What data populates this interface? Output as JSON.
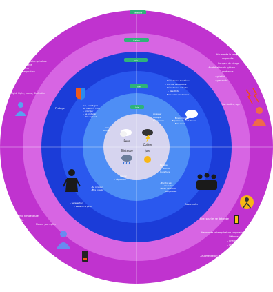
{
  "ring_tags": [
    "Sérénité",
    "Calme",
    "Joie",
    "Joie",
    "Joie"
  ],
  "center_emotions": {
    "top": [
      "Peur",
      "Colère"
    ],
    "bottom": [
      "Tristesse",
      "Joie"
    ]
  },
  "labels": {
    "top_left_outer": [
      "- Baisse de la température",
      "corporelle",
      "- Pâleur",
      "- Respiration"
    ],
    "top_left_icons": "Fight, flight, freeze, Sidération",
    "top_left_mid": "Protéger",
    "top_left_inner": [
      "- Fuir, se réfugier",
      "se mettre à l'abri",
      "- Anticiper",
      "- Se protéger",
      "- Être vigilant"
    ],
    "top_left_center": [
      "- Rester",
      "bouger"
    ],
    "top_right_outer": [
      "Hausse de la température",
      "corporelle",
      "- Rougeur du visage",
      "- Accélération du rythme",
      "cardiaque",
      "- Agitation",
      "- Agressivité"
    ],
    "top_right_mid": [
      "- Défendre ses frontières",
      "- Affirmer ses besoins",
      "- Défendre ses intérêts",
      "- Réactivité",
      "- Faire valoir ses besoins"
    ],
    "top_right_side": "Combattre, agir",
    "top_right_inner": [
      "Agresser",
      "Attaquer",
      "Destruction"
    ],
    "top_right_inner2": [
      "- Être compris",
      "- Exprimer son point de vue",
      "- Faire savoir"
    ],
    "bottom_left_inner": [
      "- Pleurer",
      "- Séparation"
    ],
    "bottom_left_mid": [
      "- Se consoler",
      "- Être consolé"
    ],
    "bottom_left_outer": [
      "- Baisse de la température",
      "corporelle",
      "- Fatigue",
      "- Repli"
    ],
    "bottom_left_side": [
      "- Se recentrer",
      "- Ressentir la perte"
    ],
    "bottom_left_label": "Pleurer, se replier",
    "bottom_right_inner": [
      "- Partager",
      "- Sourire",
      "- Ouverture"
    ],
    "bottom_right_mid": [
      "- Prendre soin",
      "des autres",
      "- Relier les autres",
      "au quotidien"
    ],
    "bottom_right_label": "Rassembler",
    "bottom_right_side": "Rire, sourire, se détendre",
    "bottom_right_outer": [
      "Hausse de la température corporelle",
      "- Détente",
      "- Énergie",
      "- Dynamisme",
      "- Augmentation du niveau du visage"
    ]
  }
}
